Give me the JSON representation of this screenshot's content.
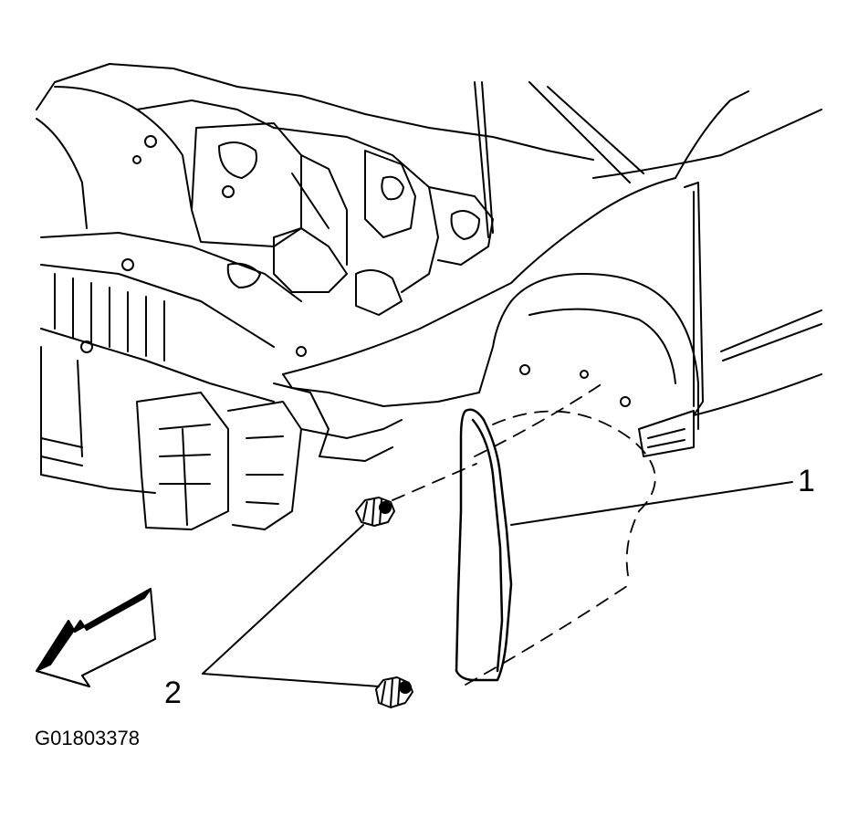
{
  "callouts": {
    "one": "1",
    "two": "2"
  },
  "figure_id": "G01803378",
  "colors": {
    "ink": "#000000",
    "paper": "#ffffff"
  },
  "icons": [
    "front-direction-arrow-icon"
  ]
}
